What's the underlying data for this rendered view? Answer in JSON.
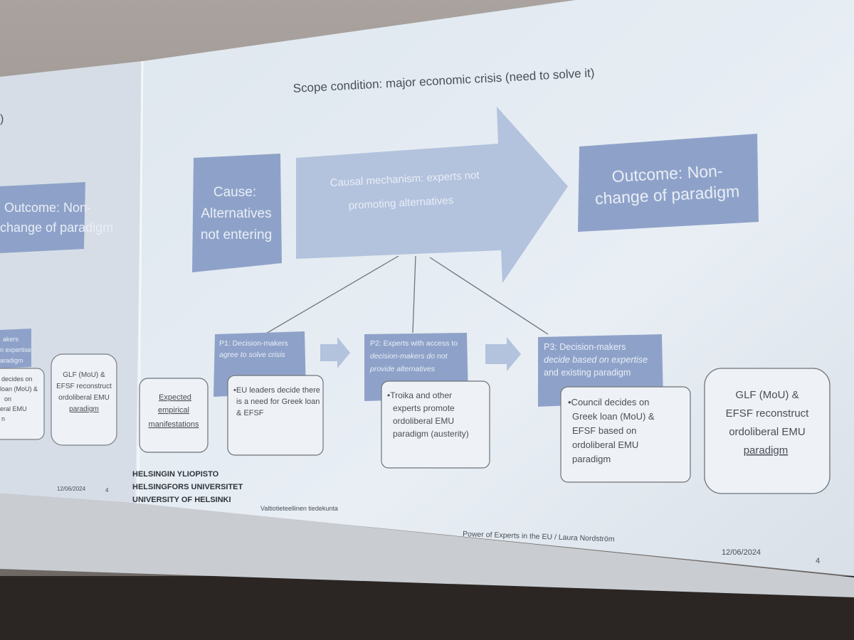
{
  "main_slide": {
    "scope_condition": "Scope condition: major economic crisis (need to solve it)",
    "cause": [
      "Cause:",
      "Alternatives",
      "not entering"
    ],
    "mechanism": [
      "Causal mechanism: experts not",
      "promoting alternatives"
    ],
    "outcome": [
      "Outcome: Non-",
      "change of paradigm"
    ],
    "p1": [
      "P1: Decision-makers",
      "agree to solve crisis"
    ],
    "p2": [
      "P2: Experts with access to",
      "decision-makers do not",
      "provide alternatives"
    ],
    "p3": [
      "P3: Decision-makers",
      "decide based on expertise",
      "and existing paradigm"
    ],
    "expected": [
      "Expected",
      "empirical",
      "manifestations"
    ],
    "m1": [
      "•EU leaders decide there",
      "is a need for Greek loan",
      "& EFSF"
    ],
    "m2": [
      "•Troika and other",
      "experts promote",
      "ordoliberal EMU",
      "paradigm (austerity)"
    ],
    "m3": [
      "•Council decides on",
      "Greek loan (MoU) &",
      "EFSF based on",
      "ordoliberal EMU",
      "paradigm"
    ],
    "result": [
      "GLF (MoU) &",
      "EFSF reconstruct",
      "ordoliberal EMU",
      "paradigm"
    ],
    "university": [
      "HELSINGIN YLIOPISTO",
      "HELSINGFORS UNIVERSITET",
      "UNIVERSITY OF HELSINKI"
    ],
    "faculty": "Valtiotieteellinen tiedekunta",
    "footer_title": "Power of Experts in the EU / Laura Nordström",
    "date": "12/06/2024",
    "page": "4"
  },
  "left_slide": {
    "title_fragment": ")",
    "outcome": [
      "Outcome: Non-",
      "change of paradigm"
    ],
    "p3": [
      "akers",
      "n expertise",
      "aradigm"
    ],
    "m3": [
      "decides on",
      "loan (MoU) &",
      "on",
      "eral EMU",
      "n"
    ],
    "result": [
      "GLF (MoU) &",
      "EFSF reconstruct",
      "ordoliberal EMU",
      "paradigm"
    ],
    "date": "12/06/2024",
    "page": "4"
  },
  "colors": {
    "box_blue": "#8ea2c9",
    "arrow_blue": "#b3c2dd",
    "screen": "#e3ebf3",
    "text_dark": "#4a4e56"
  }
}
